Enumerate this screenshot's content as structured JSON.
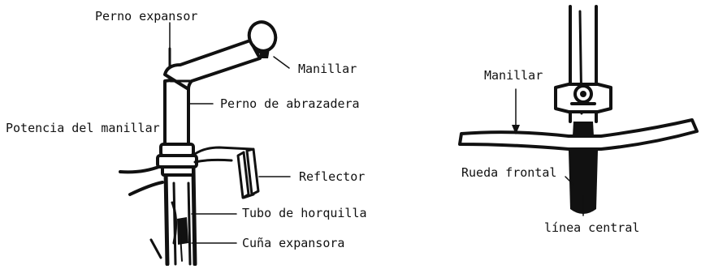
{
  "left_diagram": {
    "labels": {
      "expander_bolt": "Perno expansor",
      "handlebar": "Manillar",
      "clamp_bolt": "Perno de abrazadera",
      "handlebar_stem": "Potencia del manillar",
      "reflector": "Reflector",
      "fork_tube": "Tubo de horquilla",
      "expander_wedge": "Cuña expansora"
    }
  },
  "right_diagram": {
    "labels": {
      "handlebar": "Manillar",
      "front_wheel": "Rueda frontal",
      "center_line": "línea central"
    }
  },
  "colors": {
    "ink": "#111111",
    "background": "#ffffff"
  }
}
